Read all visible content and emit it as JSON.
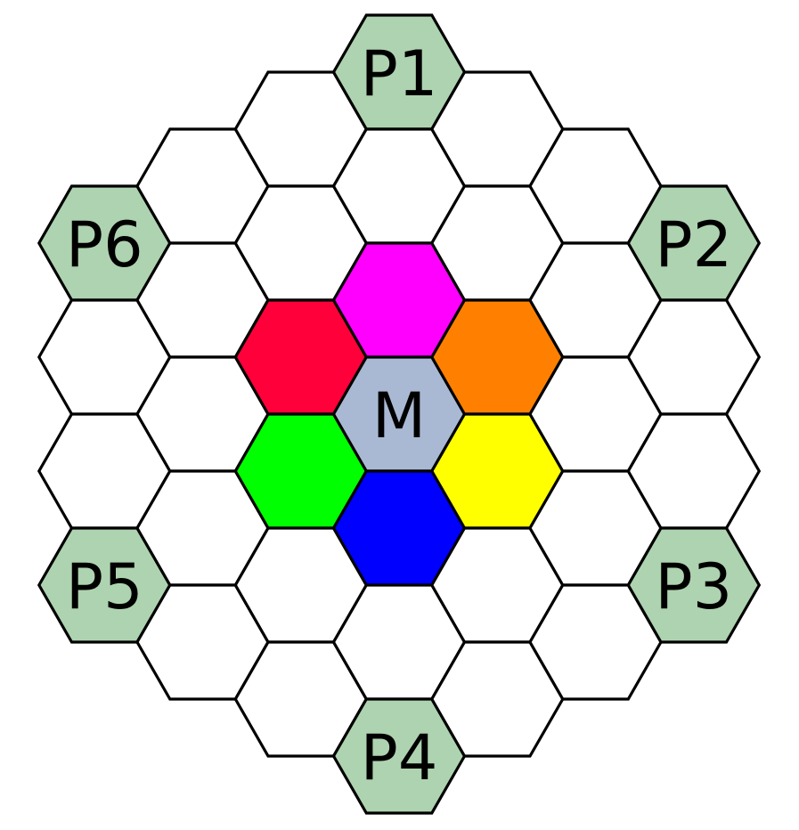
{
  "board": {
    "ring_radius": 3,
    "default_fill": "#ffffff",
    "stroke_color": "#000000",
    "center": {
      "label": "M",
      "fill": "#aab9d3"
    },
    "inner_ring": [
      {
        "q": 0,
        "r": -1,
        "color_name": "magenta",
        "fill": "#ff00ff"
      },
      {
        "q": 1,
        "r": -1,
        "color_name": "orange",
        "fill": "#ff8000"
      },
      {
        "q": 1,
        "r": 0,
        "color_name": "yellow",
        "fill": "#ffff00"
      },
      {
        "q": 0,
        "r": 1,
        "color_name": "blue",
        "fill": "#0000ff"
      },
      {
        "q": -1,
        "r": 1,
        "color_name": "green",
        "fill": "#00ff00"
      },
      {
        "q": -1,
        "r": 0,
        "color_name": "red",
        "fill": "#ff003a"
      }
    ],
    "players": [
      {
        "label": "P1",
        "q": 0,
        "r": -3,
        "fill": "#aed3b0"
      },
      {
        "label": "P2",
        "q": 3,
        "r": -3,
        "fill": "#aed3b0"
      },
      {
        "label": "P3",
        "q": 3,
        "r": 0,
        "fill": "#aed3b0"
      },
      {
        "label": "P4",
        "q": 0,
        "r": 3,
        "fill": "#aed3b0"
      },
      {
        "label": "P5",
        "q": -3,
        "r": 3,
        "fill": "#aed3b0"
      },
      {
        "label": "P6",
        "q": -3,
        "r": 0,
        "fill": "#aed3b0"
      }
    ]
  }
}
